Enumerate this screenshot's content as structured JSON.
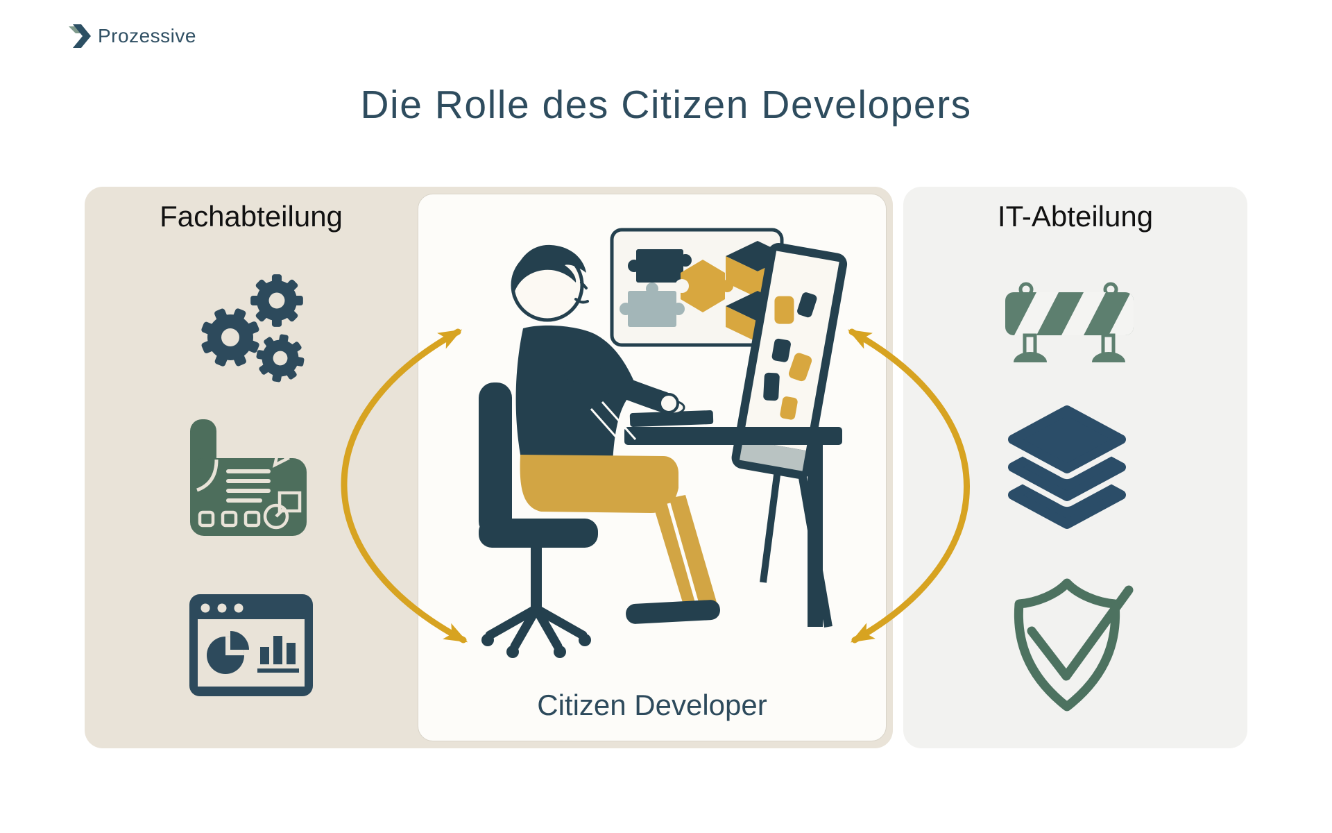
{
  "brand": {
    "name": "Prozessive"
  },
  "header": {
    "title": "Die Rolle des Citizen Developers"
  },
  "diagram": {
    "left_panel": {
      "label": "Fachabteilung",
      "icons": [
        {
          "name": "gears-icon"
        },
        {
          "name": "blueprint-pencil-icon"
        },
        {
          "name": "dashboard-chart-icon"
        }
      ]
    },
    "center_panel": {
      "label": "Citizen Developer",
      "illustration": "person-working-at-desk-with-monitor-and-puzzle-whiteboard"
    },
    "right_panel": {
      "label": "IT-Abteilung",
      "icons": [
        {
          "name": "barrier-icon"
        },
        {
          "name": "layers-icon"
        },
        {
          "name": "shield-check-icon"
        }
      ]
    },
    "connections": [
      {
        "from": "left_panel",
        "to": "center_panel",
        "style": "double-headed-curved-arrow"
      },
      {
        "from": "right_panel",
        "to": "center_panel",
        "style": "double-headed-curved-arrow"
      }
    ]
  },
  "colors": {
    "accent_gold": "#d7a321",
    "dark_teal": "#24404e",
    "panel_beige": "#e9e3d8",
    "panel_gray": "#f2f2f0",
    "blueprint_green": "#4d6e5c",
    "barrier_green": "#5d7f6f",
    "shield_green": "#4d7260",
    "layers_blue": "#2b4d68",
    "title_color": "#2e4c5e",
    "pants_gold": "#d2a544"
  }
}
